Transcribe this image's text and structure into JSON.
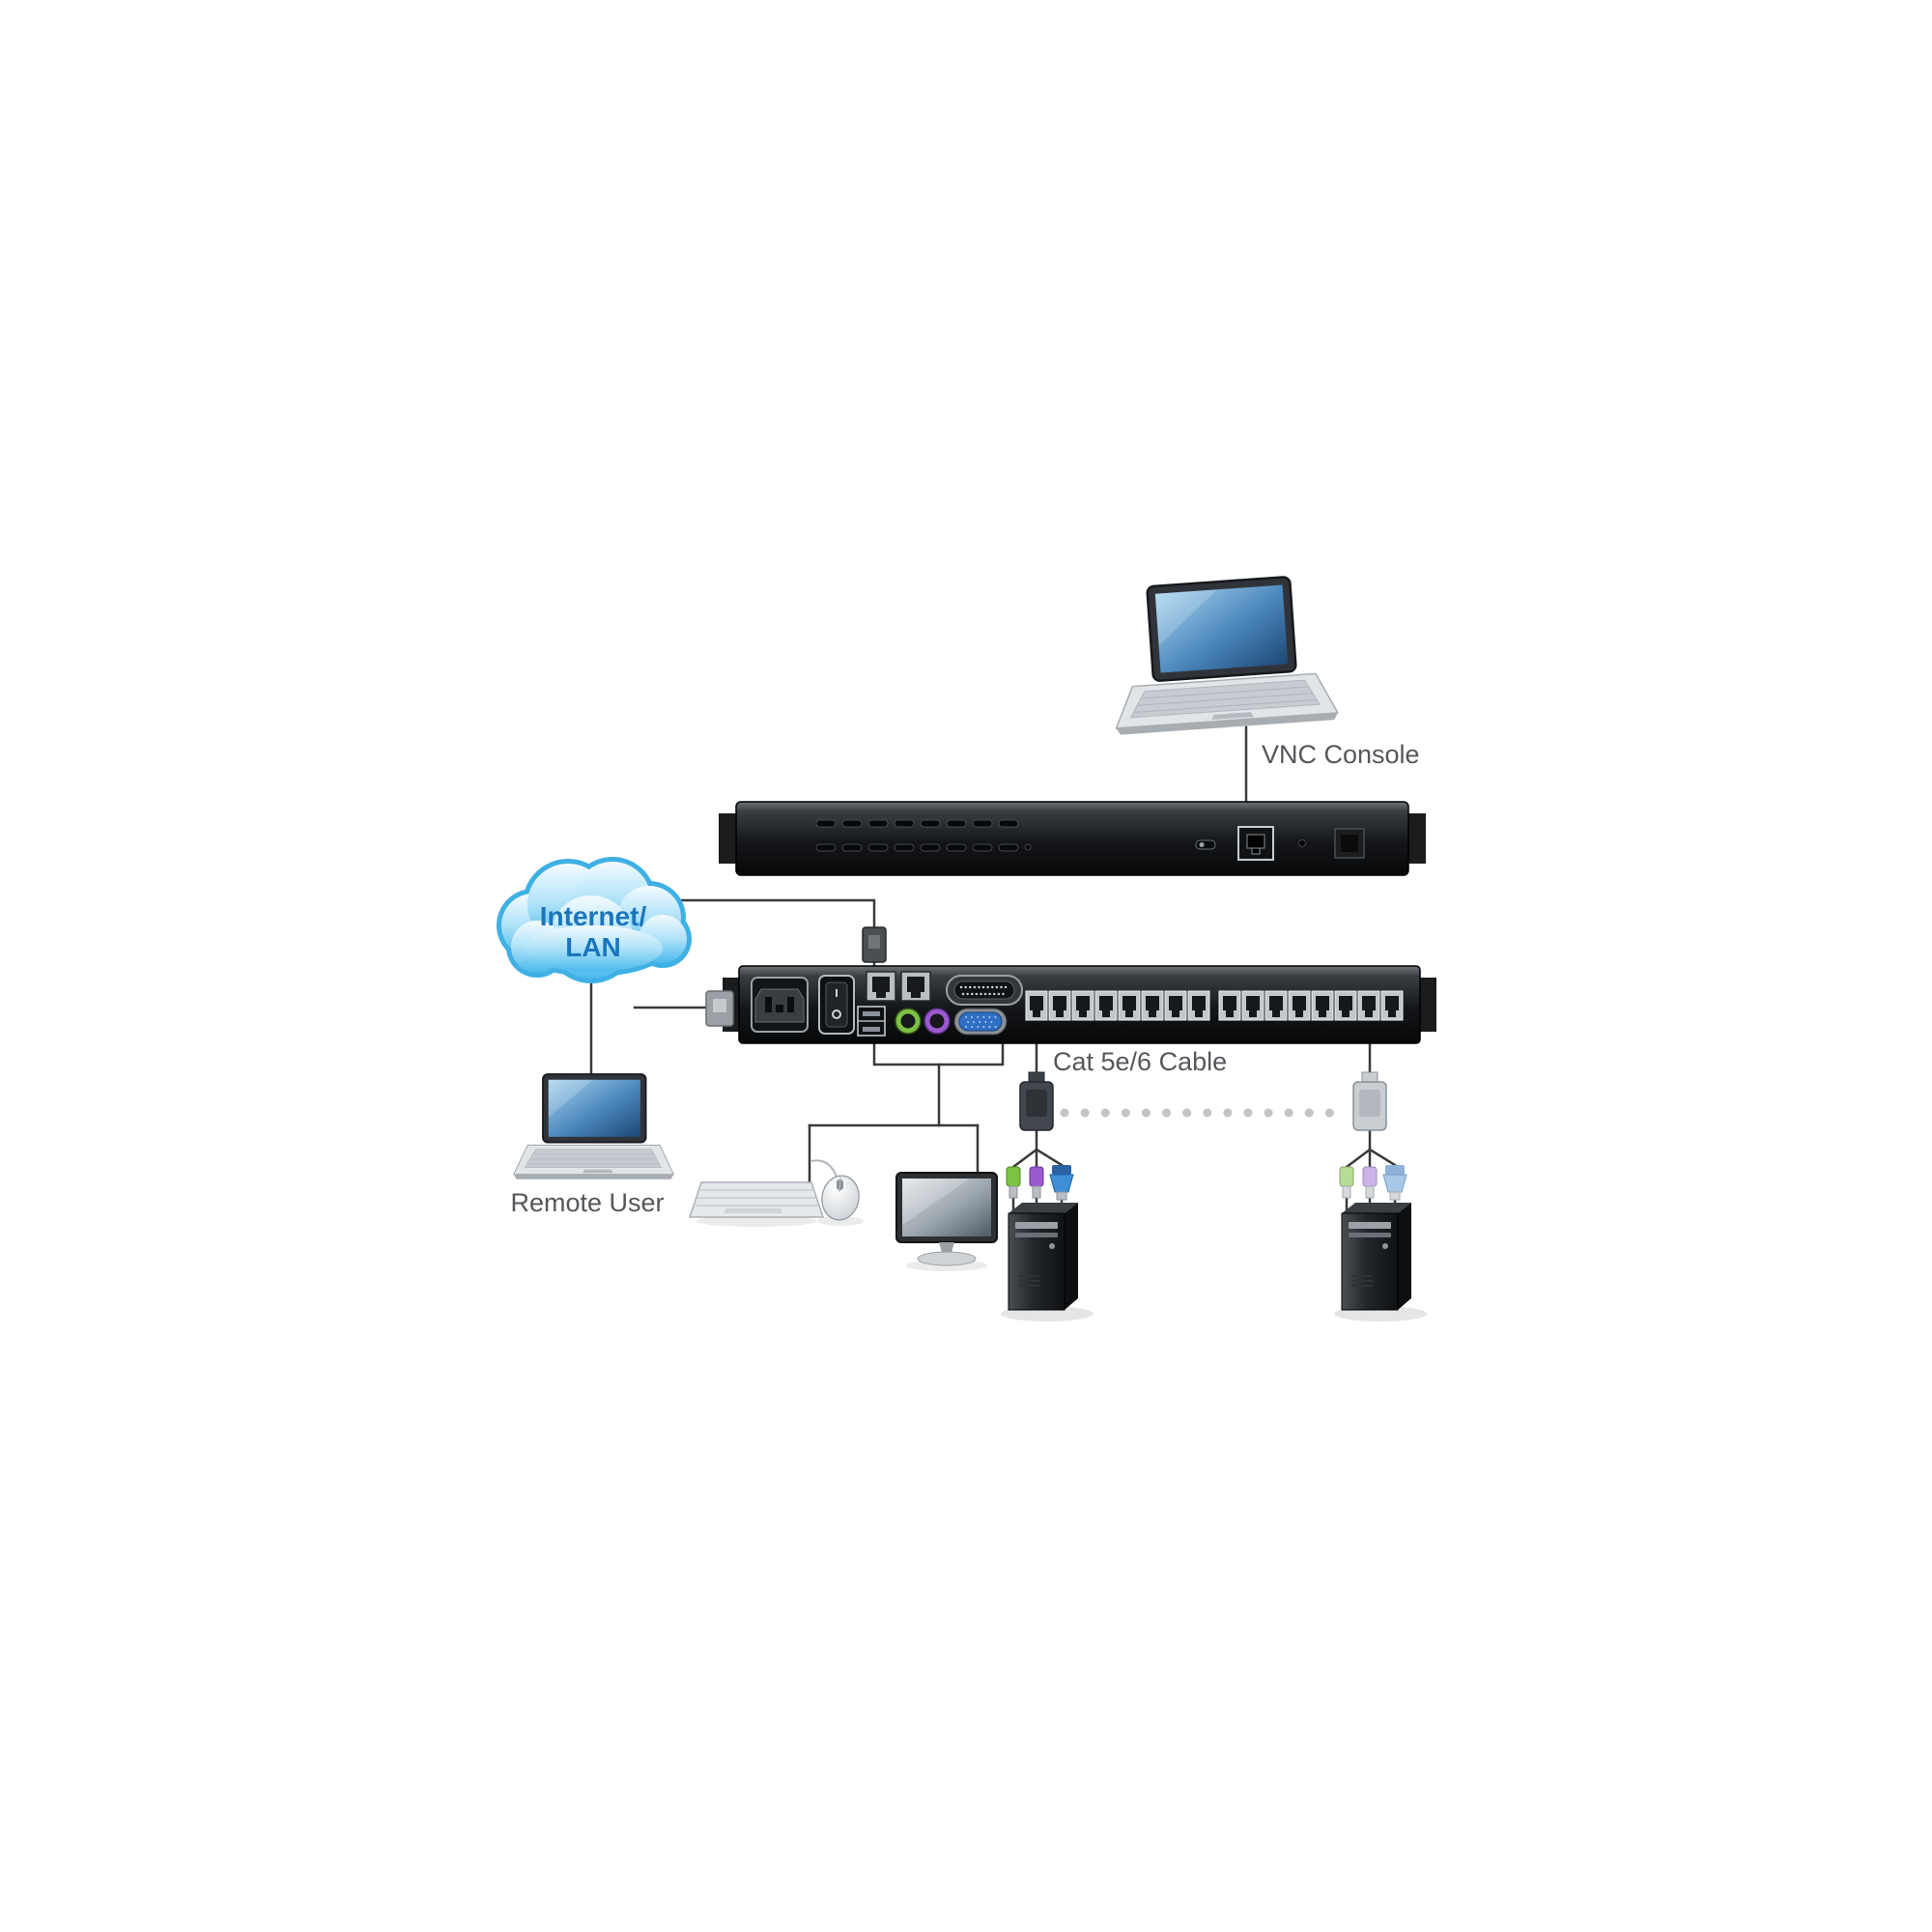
{
  "diagram": {
    "labels": {
      "vnc_console": "VNC Console",
      "internet_line1": "Internet/",
      "internet_line2": "LAN",
      "cat_cable": "Cat 5e/6 Cable",
      "remote_user": "Remote User"
    },
    "colors": {
      "cloud_text": "#1b75bc",
      "label_text": "#54575b",
      "line": "#3a3a3a",
      "dotted_cable": "#c4c4c4",
      "ps2_green": "#7dc242",
      "ps2_purple": "#9b59d0",
      "vga_blue": "#2f6fc4"
    },
    "structure": {
      "kvm_rj45_ports": 16,
      "lan_ports": 2
    }
  }
}
